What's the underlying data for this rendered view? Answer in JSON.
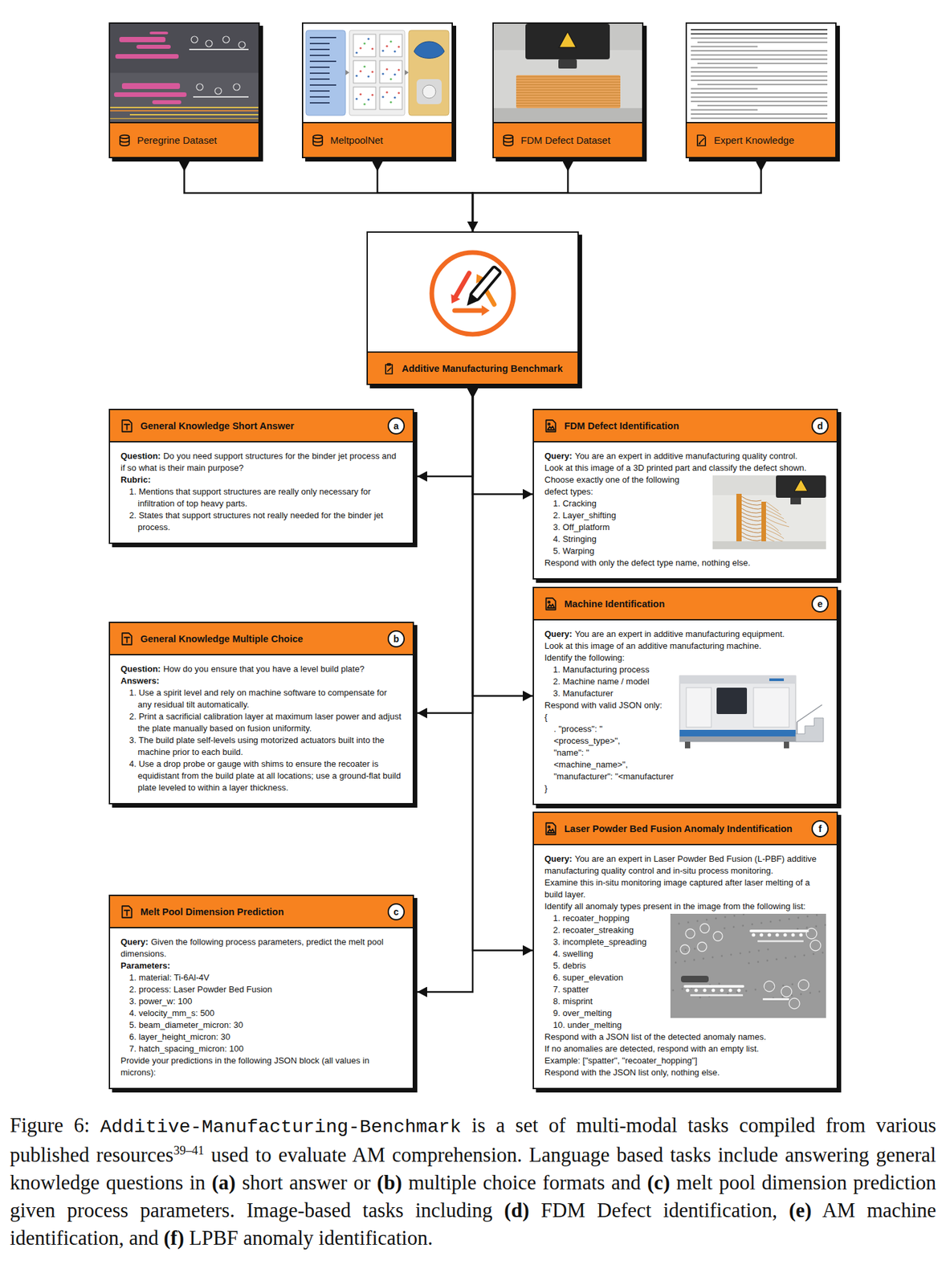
{
  "diagram": {
    "caption": "Figure 6: Additive-Manufacturing-Benchmark is a set of multi-modal tasks compiled from various published resources39–41 used to evaluate AM comprehension. Language based tasks include answering general knowledge questions in (a) short answer or (b) multiple choice formats and (c) melt pool dimension prediction given process parameters. Image-based tasks including (d) FDM Defect identification, (e) AM machine identification, and (f) LPBF anomaly identification.",
    "nodes": [
      {
        "text": [
          "Peregrine Dataset"
        ]
      },
      {
        "text": [
          "MeltpoolNet"
        ]
      },
      {
        "text": [
          "FDM Defect Dataset"
        ]
      },
      {
        "text": [
          "Expert Knowledge"
        ]
      },
      {
        "text": [
          "Additive Manufacturing Benchmark"
        ]
      },
      {
        "text": [
          "General Knowledge Short Answer",
          "a",
          "Question:",
          "Do you need support structures for the binder jet process and if so what is their main purpose?",
          "Rubric:",
          "1. Mentions that support structures are really only necessary for infiltration of top heavy parts.",
          "2. States that support structures not really needed for the binder jet process."
        ]
      },
      {
        "text": [
          "General Knowledge Multiple Choice",
          "b",
          "Question:",
          "How do you ensure that you have a level build plate?",
          "Answers:",
          "1. Use a spirit level and rely on machine software to compensate for any residual tilt automatically.",
          "2. Print a sacrificial calibration layer at maximum laser power and adjust the plate manually based on fusion uniformity.",
          "3. The build plate self-levels using motorized actuators built into the machine prior to each build.",
          "4. Use a drop probe or gauge with shims to ensure the recoater is equidistant from the build plate at all locations; use a ground-flat build plate leveled to within a layer thickness."
        ]
      },
      {
        "text": [
          "Melt Pool Dimension Prediction",
          "c",
          "Query:",
          "Given the following process parameters, predict the melt pool dimensions.",
          "Parameters:",
          "1. material: Ti-6Al-4V",
          "2. process: Laser Powder Bed Fusion",
          "3. power_w: 100",
          "4. velocity_mm_s: 500",
          "5. beam_diameter_micron: 30",
          "6. layer_height_micron: 30",
          "7. hatch_spacing_micron: 100",
          "Provide your predictions in the following JSON block (all values in microns):"
        ]
      },
      {
        "text": [
          "FDM Defect Identification",
          "d",
          "Query:",
          "You are an expert in additive manufacturing quality control.",
          "Look at this image of a 3D printed part and classify the defect shown.",
          "Choose exactly one of the following defect types:",
          "1. Cracking",
          "2. Layer_shifting",
          "3. Off_platform",
          "4. Stringing",
          "5. Warping",
          "Respond with only the defect type name, nothing else."
        ]
      },
      {
        "text": [
          "Machine Identification",
          "e",
          "Query:",
          "You are an expert in additive manufacturing equipment.",
          "Look at this image of an additive manufacturing machine.",
          "Identify the following:",
          "1. Manufacturing process",
          "2. Machine name / model",
          "3. Manufacturer",
          "Respond with valid JSON only:",
          "{",
          ". \"process\": \"<process_type>\",",
          "\"name\": \"<machine_name>\",",
          "\"manufacturer\": \"<manufacturer",
          "}"
        ]
      },
      {
        "text": [
          "Laser Powder Bed Fusion Anomaly Indentification",
          "f",
          "Query:",
          "You are an expert in Laser Powder Bed Fusion (L-PBF) additive manufacturing quality control and in-situ process monitoring.",
          "Examine this in-situ monitoring image captured after laser melting of a build layer.",
          "Identify all anomaly types present in the image from the following list:",
          "1. recoater_hopping",
          "2. recoater_streaking",
          "3. incomplete_spreading",
          "4. swelling",
          "5. debris",
          "6. super_elevation",
          "7. spatter",
          "8. misprint",
          "9. over_melting",
          "10. under_melting",
          "Respond with a JSON list of the detected anomaly names.",
          "If no anomalies are detected, respond with an empty list.",
          "Example: [\"spatter\", \"recoater_hopping\"]",
          "Respond with the JSON list only, nothing else."
        ]
      }
    ],
    "edges": [
      {
        "from": 0,
        "to": 4,
        "arrow": "to"
      },
      {
        "from": 1,
        "to": 4,
        "arrow": "to"
      },
      {
        "from": 2,
        "to": 4,
        "arrow": "to"
      },
      {
        "from": 3,
        "to": 4,
        "arrow": "to"
      },
      {
        "from": 4,
        "to": 5,
        "arrow": "to"
      },
      {
        "from": 4,
        "to": 6,
        "arrow": "to"
      },
      {
        "from": 4,
        "to": 7,
        "arrow": "to"
      },
      {
        "from": 4,
        "to": 8,
        "arrow": "to"
      },
      {
        "from": 4,
        "to": 9,
        "arrow": "to"
      },
      {
        "from": 4,
        "to": 10,
        "arrow": "to"
      }
    ]
  }
}
